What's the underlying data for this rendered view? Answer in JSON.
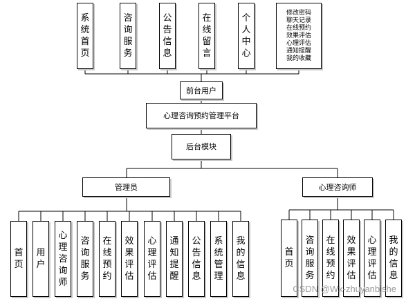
{
  "top_modules": [
    "系统首页",
    "咨询服务",
    "公告信息",
    "在线留言",
    "个人中心"
  ],
  "top_extra_lines": [
    "修改密码",
    "聊天记录",
    "在线预约",
    "效果评估",
    "心理评估",
    "通知提醒",
    "我的收藏"
  ],
  "frontend_user": "前台用户",
  "platform": "心理咨询预约管理平台",
  "backend": "后台模块",
  "admin": {
    "label": "管理员",
    "modules": [
      "首页",
      "用户",
      "心理咨询师",
      "咨询服务",
      "在线预约",
      "效果评估",
      "心理评估",
      "通知提醒",
      "公告信息",
      "系统管理",
      "我的信息"
    ]
  },
  "counselor": {
    "label": "心理咨询师",
    "modules": [
      "首页",
      "咨询服务",
      "在线预约",
      "效果评估",
      "心理评估",
      "我的信息"
    ]
  },
  "watermark": "CSDN @Wx-zhuyanbishe"
}
